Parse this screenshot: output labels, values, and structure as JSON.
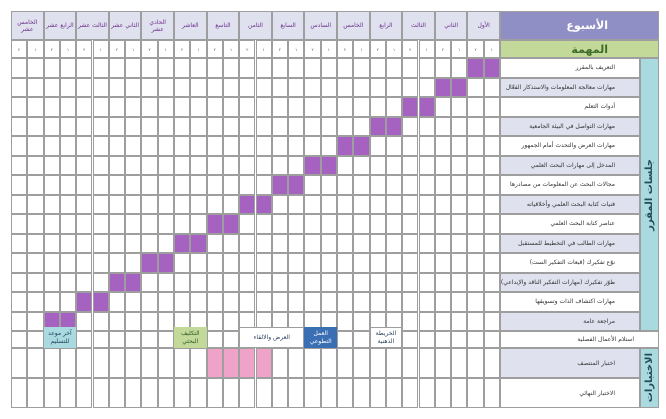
{
  "header": {
    "weeks_title": "الأسبوع",
    "task_title": "المهمة",
    "weeks": [
      "الأول",
      "الثاني",
      "الثالث",
      "الرابع",
      "الخامس",
      "السادس",
      "السابع",
      "الثامن",
      "التاسع",
      "العاشر",
      "الحادي عشر",
      "الثاني عشر",
      "الثالث عشر",
      "الرابع عشر",
      "الخامس عشر"
    ],
    "half_labels": [
      "١",
      "٢"
    ]
  },
  "tasks": [
    {
      "label": "التعريف بالمقرر",
      "week": 1
    },
    {
      "label": "مهارات معالجة المعلومات والاستذكار الفعّال",
      "week": 2
    },
    {
      "label": "أدوات التعلم",
      "week": 3
    },
    {
      "label": "مهارات التواصل في البيئة الجامعية",
      "week": 4
    },
    {
      "label": "مهارات العرض والتحدث أمام الجمهور",
      "week": 5
    },
    {
      "label": "المدخل إلى مهارات البحث العلمي",
      "week": 6
    },
    {
      "label": "مجالات البحث عن المعلومات من مصادرها",
      "week": 7
    },
    {
      "label": "فنيات كتابة البحث العلمي وأخلاقياته",
      "week": 8
    },
    {
      "label": "عناصر كتابة البحث العلمي",
      "week": 9
    },
    {
      "label": "مهارات الطالب في التخطيط للمستقبل",
      "week": 10
    },
    {
      "label": "نوّع تفكيرك (قبعات التفكير الست)",
      "week": 11
    },
    {
      "label": "طوّر تفكيرك (مهارات التفكير الناقد والإبداعي)",
      "week": 12
    },
    {
      "label": "مهارات اكتشاف الذات وتسويقها",
      "week": 13
    },
    {
      "label": "مراجعة عامة",
      "week": 14
    }
  ],
  "sections": {
    "sessions": "جلسات المقرر",
    "exams": "الاختبارات"
  },
  "assignments": {
    "label": "استلام الأعمال الفصلية",
    "items": [
      {
        "text": "الخريطة\nالذهنية",
        "color": "#ffffff",
        "text_color": "#1f3a5a"
      },
      {
        "text": "العمل\nالتطوعي",
        "color": "#3b6fb4",
        "text_color": "#ffffff"
      },
      {
        "text": "العرض والالقاء",
        "color": "#ffffff",
        "text_color": "#1f3a5a"
      },
      {
        "text": "التكليف\nالبحثي",
        "color": "#c2d99a",
        "text_color": "#2f5a22"
      },
      {
        "text": "آخر موعد\nللتسليم",
        "color": "#a8dadf",
        "text_color": "#1f3a5a"
      }
    ]
  },
  "exams": [
    {
      "label": "اختبار المنتصف"
    },
    {
      "label": "الاختبار النهائي"
    }
  ],
  "colors": {
    "header_weeks": "#8f8fc6",
    "header_task": "#c2d99a",
    "fill": "#a562c1",
    "midterm_fill": "#efa3c9",
    "sidebar": "#a8dadf"
  }
}
